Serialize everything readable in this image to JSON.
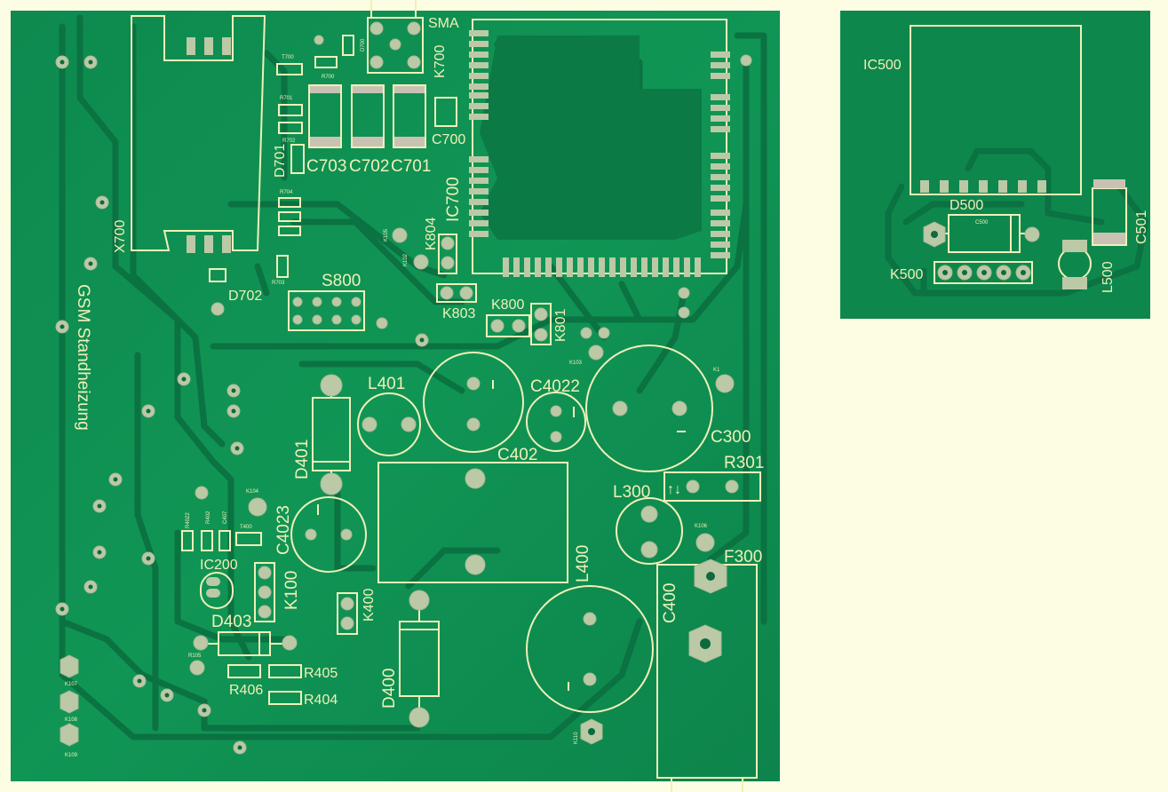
{
  "board": {
    "title": "GSM Standheizung",
    "labels": {
      "sma": "SMA",
      "k700": "K700",
      "c700": "C700",
      "c703": "C703",
      "c702": "C702",
      "c701": "C701",
      "d701": "D701",
      "d702": "D702",
      "ic700": "IC700",
      "x700": "X700",
      "s800": "S800",
      "k804": "K804",
      "k803": "K803",
      "k800": "K800",
      "k801": "K801",
      "l401": "L401",
      "c4022": "C4022",
      "c300": "C300",
      "r301": "R301",
      "c402": "C402",
      "d401": "D401",
      "l300": "L300",
      "c4023": "C4023",
      "ic200": "IC200",
      "k100": "K100",
      "l400": "L400",
      "f300": "F300",
      "c400": "C400",
      "d403": "D403",
      "r405": "R405",
      "r406": "R406",
      "r404": "R404",
      "k400": "K400",
      "d400": "D400"
    },
    "tiny_labels": {
      "t700": "T700",
      "r700": "R700",
      "d700": "D700",
      "r701": "R701",
      "r702": "R702",
      "r704": "R704",
      "r703": "R703",
      "k105": "K105",
      "k102": "K102",
      "k103": "K103",
      "k1": "K1",
      "k104": "K104",
      "r4022": "R4022",
      "r402": "R402",
      "c407": "C407",
      "t400": "T400",
      "k106": "K106",
      "r105": "R105",
      "k107": "K107",
      "k108": "K108",
      "k109": "K109",
      "k110": "K110"
    }
  },
  "board2": {
    "labels": {
      "ic500": "IC500",
      "d500": "D500",
      "c500": "C500",
      "c501": "C501",
      "k500": "K500",
      "l500": "L500"
    }
  },
  "colors": {
    "board": "#0e8a4f",
    "trace": "#0b7242",
    "silkscreen": "#f0f0b8",
    "pad": "#bcc9a6",
    "background": "#fdfde4"
  }
}
